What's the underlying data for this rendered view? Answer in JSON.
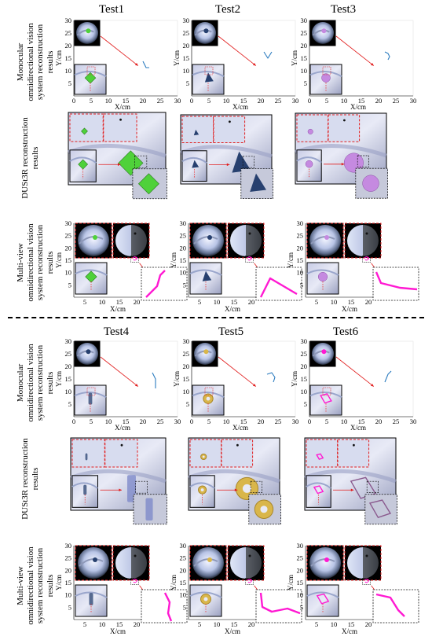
{
  "tests_top": [
    "Test1",
    "Test2",
    "Test3"
  ],
  "tests_bottom": [
    "Test4",
    "Test5",
    "Test6"
  ],
  "row_labels": {
    "monocular": "Monocular omnidirectional vision system reconstruction results",
    "dust3r": "DUSt3R reconstruction results",
    "multiview": "Multi-view omnidirectional vision system reconstruction results"
  },
  "axes": {
    "xlabel": "X/cm",
    "ylabel": "Y/cm",
    "yticks_full": [
      "30",
      "25",
      "20",
      "15",
      "10",
      "5"
    ],
    "xticks_mono": [
      "0",
      "5",
      "10",
      "15",
      "20",
      "25",
      "30"
    ],
    "xticks_multi": [
      "5",
      "10",
      "15",
      "20"
    ]
  },
  "colors": {
    "green": "#4fd13a",
    "navy": "#27406f",
    "violet": "#c58ae0",
    "magenta": "#ff19d2",
    "blue_curve": "#2b7bbf",
    "gold": "#d9b64a",
    "red_dash": "#e11c1c"
  }
}
